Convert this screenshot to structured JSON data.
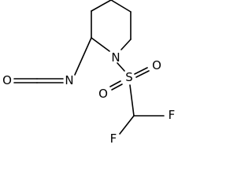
{
  "molecule": {
    "atoms": {
      "ring_nitrogen": "N",
      "sulfur": "S",
      "sulfonyl_oxygen_left": "O",
      "sulfonyl_oxygen_right": "O",
      "fluorine_right": "F",
      "fluorine_bottom": "F",
      "isocyanate_nitrogen": "N",
      "isocyanate_oxygen": "O"
    }
  }
}
